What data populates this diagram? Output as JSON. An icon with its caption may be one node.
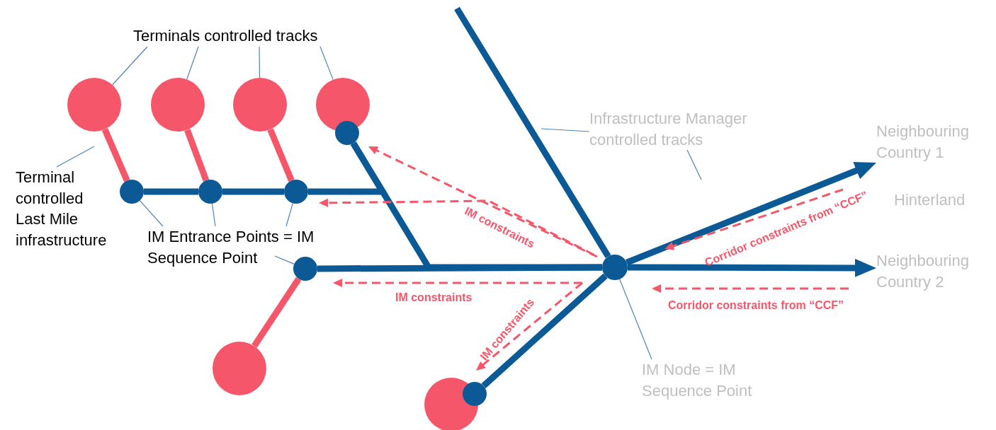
{
  "diagram": {
    "nodes": [
      {
        "text": [
          "Terminals controlled tracks"
        ]
      },
      {
        "text": [],
        "shape": "circle"
      },
      {
        "text": [],
        "shape": "circle"
      },
      {
        "text": [],
        "shape": "circle"
      },
      {
        "text": [],
        "shape": "circle"
      },
      {
        "text": [
          "Terminal controlled Last Mile infrastructure"
        ]
      },
      {
        "text": [],
        "shape": "circle"
      },
      {
        "text": [],
        "shape": "circle"
      },
      {
        "text": [],
        "shape": "circle"
      },
      {
        "text": [],
        "shape": "circle"
      },
      {
        "text": [
          "IM Entrance Points = IM Sequence Point"
        ]
      },
      {
        "text": [],
        "shape": "circle"
      },
      {
        "text": [],
        "shape": "circle"
      },
      {
        "text": [
          "Infrastructure Manager controlled tracks"
        ]
      },
      {
        "text": [
          "Neighbouring Country 1"
        ]
      },
      {
        "text": [
          "Neighbouring Country 2"
        ]
      },
      {
        "text": [],
        "shape": "circle"
      },
      {
        "text": [
          "IM Node = IM Sequence Point"
        ]
      },
      {
        "text": [],
        "shape": "circle"
      },
      {
        "text": [],
        "shape": "circle"
      }
    ],
    "edges": [
      {
        "from": 0,
        "to": 1,
        "arrow": "none",
        "color": "#4f81bd"
      },
      {
        "from": 0,
        "to": 2,
        "arrow": "none",
        "color": "#4f81bd"
      },
      {
        "from": 0,
        "to": 3,
        "arrow": "none",
        "color": "#4f81bd"
      },
      {
        "from": 0,
        "to": 4,
        "arrow": "none",
        "color": "#4f81bd"
      },
      {
        "from": 5,
        "to": null,
        "arrow": "none",
        "color": "#4f81bd"
      },
      {
        "from": 1,
        "to": 6,
        "arrow": "none",
        "color": "#f55669"
      },
      {
        "from": 2,
        "to": 7,
        "arrow": "none",
        "color": "#f55669"
      },
      {
        "from": 3,
        "to": 8,
        "arrow": "none",
        "color": "#f55669"
      },
      {
        "from": 6,
        "to": 7,
        "arrow": "none"
      },
      {
        "from": 7,
        "to": 8,
        "arrow": "none"
      },
      {
        "from": 8,
        "to": 9,
        "arrow": "none"
      },
      {
        "from": 9,
        "to": 16,
        "arrow": "none"
      },
      {
        "from": 10,
        "to": 6,
        "arrow": "none",
        "color": "#4f81bd"
      },
      {
        "from": 10,
        "to": 7,
        "arrow": "none",
        "color": "#4f81bd"
      },
      {
        "from": 10,
        "to": 8,
        "arrow": "none",
        "color": "#4f81bd"
      },
      {
        "from": 10,
        "to": 11,
        "arrow": "none",
        "color": "#4f81bd"
      },
      {
        "from": 11,
        "to": 16,
        "arrow": "none"
      },
      {
        "from": 11,
        "to": 12,
        "arrow": "none",
        "color": "#f55669"
      },
      {
        "from": 13,
        "to": null,
        "arrow": "none",
        "color": "#4f81bd"
      },
      {
        "from": 13,
        "to": null,
        "arrow": "none",
        "color": "#4f81bd"
      },
      {
        "from": null,
        "to": 16,
        "arrow": "none"
      },
      {
        "from": 16,
        "to": 14,
        "arrow": "to"
      },
      {
        "from": 16,
        "to": 15,
        "arrow": "to"
      },
      {
        "from": 17,
        "to": 16,
        "arrow": "none",
        "color": "#4f81bd"
      },
      {
        "from": 16,
        "to": 18,
        "arrow": "none"
      }
    ],
    "labels": [
      "Hinterland",
      "Corridor constraints from “CCF”",
      "IM constraints",
      "IM constraints",
      "Corridor constraints from “CCF”",
      "IM constraints"
    ]
  }
}
